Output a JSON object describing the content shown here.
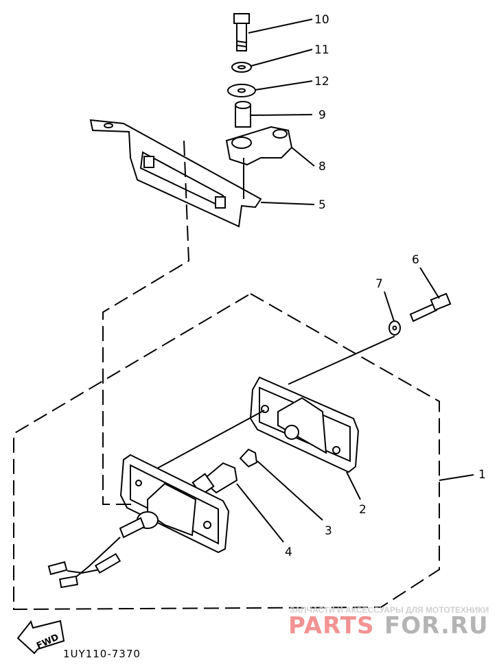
{
  "diagram": {
    "callouts": [
      {
        "id": "10",
        "label": "10"
      },
      {
        "id": "11",
        "label": "11"
      },
      {
        "id": "12",
        "label": "12"
      },
      {
        "id": "9",
        "label": "9"
      },
      {
        "id": "8",
        "label": "8"
      },
      {
        "id": "5",
        "label": "5"
      },
      {
        "id": "6",
        "label": "6"
      },
      {
        "id": "7",
        "label": "7"
      },
      {
        "id": "1",
        "label": "1"
      },
      {
        "id": "2",
        "label": "2"
      },
      {
        "id": "3",
        "label": "3"
      },
      {
        "id": "4",
        "label": "4"
      }
    ],
    "fwd_label": "FWD",
    "drawing_code": "1UY110-7370"
  },
  "watermark": {
    "tagline": "ЗАПЧАСТИ И АКСЕССУАРЫ ДЛЯ МОТОТЕХНИКИ",
    "brand_part1": "PARTS",
    "brand_part2": "FOR.RU",
    "color_red": "#f08080",
    "color_gray": "#a8a8a8"
  }
}
